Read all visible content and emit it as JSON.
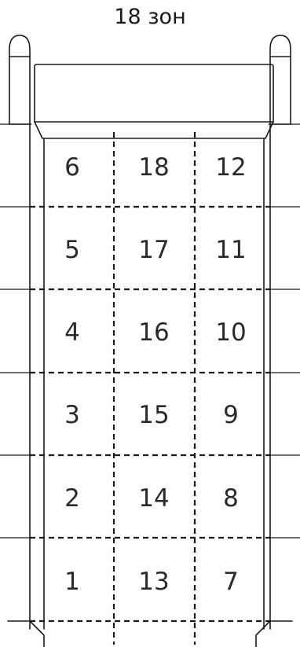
{
  "title": "18 зон",
  "colors": {
    "line": "#1a1a1a",
    "text": "#2a2a2a",
    "background": "#ffffff"
  },
  "zones": [
    [
      "6",
      "18",
      "12"
    ],
    [
      "5",
      "17",
      "11"
    ],
    [
      "4",
      "16",
      "10"
    ],
    [
      "3",
      "15",
      "9"
    ],
    [
      "2",
      "14",
      "8"
    ],
    [
      "1",
      "13",
      "7"
    ]
  ]
}
